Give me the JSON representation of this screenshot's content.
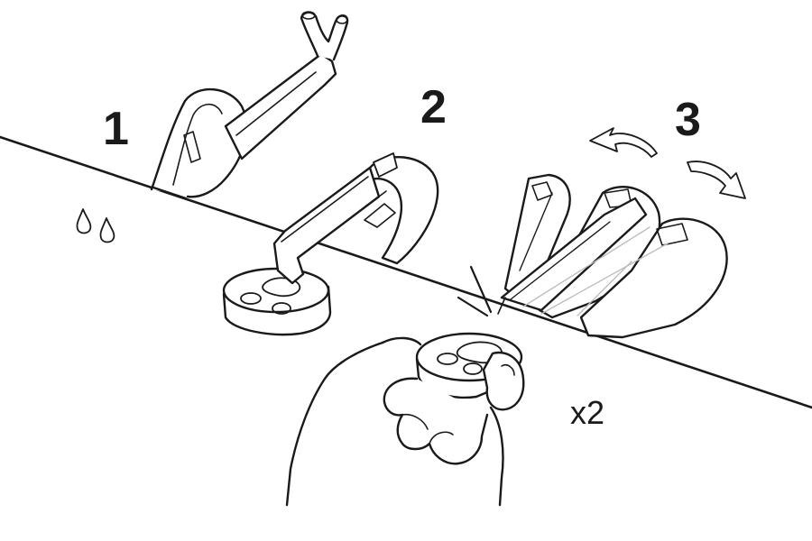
{
  "steps": [
    {
      "number": "1",
      "icon": "water-drops-icon"
    },
    {
      "number": "2"
    },
    {
      "number": "3",
      "icon": "rotate-arrows-icon"
    }
  ],
  "quantity_label": "x2",
  "colors": {
    "line": "#1a1a1a",
    "fill": "#ffffff",
    "shade": "#bdbdbd"
  }
}
